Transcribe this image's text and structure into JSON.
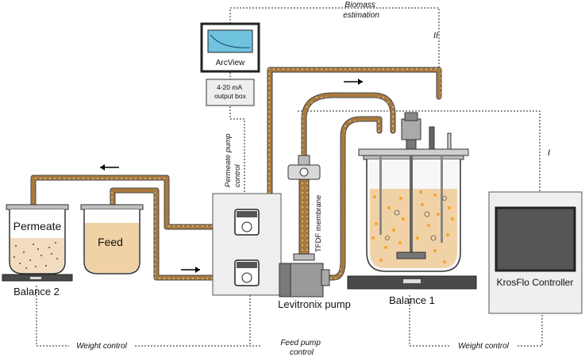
{
  "labels": {
    "biomass_estimation": "Biomass\nestimation",
    "roman_two": "II",
    "roman_one": "I",
    "arcview": "ArcView",
    "output_box": "4-20 mA\noutput box",
    "permeate_pump_control": "Permeate pump\ncontrol",
    "tfdf_membrane": "TFDF membrane",
    "permeate": "Permeate",
    "feed": "Feed",
    "balance_2": "Balance 2",
    "balance_1": "Balance 1",
    "levitronix_pump": "Levitronix pump",
    "krosflo_controller": "KrosFlo Controller",
    "weight_control_left": "Weight control",
    "feed_pump_control": "Feed pump\ncontrol",
    "weight_control_right": "Weight control"
  },
  "colors": {
    "tubing": "#a87a3e",
    "tubing_dots": "#f1ddb0",
    "culture": "#f1d2a6",
    "cells": "#f4a62a",
    "pump_panel": "#eeeeee",
    "balance": "#4a4a4a",
    "screen": "#555555"
  },
  "icons": {
    "arrows": "right-arrow, left-arrow",
    "pump_heads": "peristaltic-pump-icon"
  }
}
